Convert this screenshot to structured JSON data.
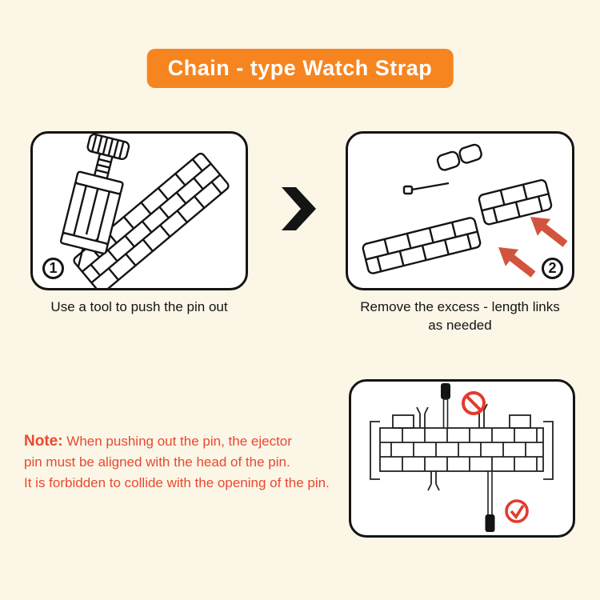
{
  "banner": {
    "label": "Chain - type Watch Strap"
  },
  "steps": [
    {
      "number": "1",
      "caption_lines": [
        "Use a tool to push the pin out"
      ]
    },
    {
      "number": "2",
      "caption_lines": [
        "Remove the excess - length links",
        "as needed"
      ]
    }
  ],
  "note": {
    "label": "Note:",
    "lines": [
      "When pushing out the pin, the ejector",
      "pin must be aligned with the head of the pin.",
      "It is forbidden to collide with the opening of the pin."
    ]
  },
  "icons": {
    "between_steps": "chevron-right-icon",
    "wrong_mark": "prohibited-icon",
    "correct_mark": "check-circle-icon"
  },
  "colors": {
    "page_bg": "#fcf6e7",
    "banner_orange": "#f6851f",
    "note_red": "#e8492f",
    "arrow_red": "#d2543e",
    "prohibit_red": "#e23b2e"
  }
}
